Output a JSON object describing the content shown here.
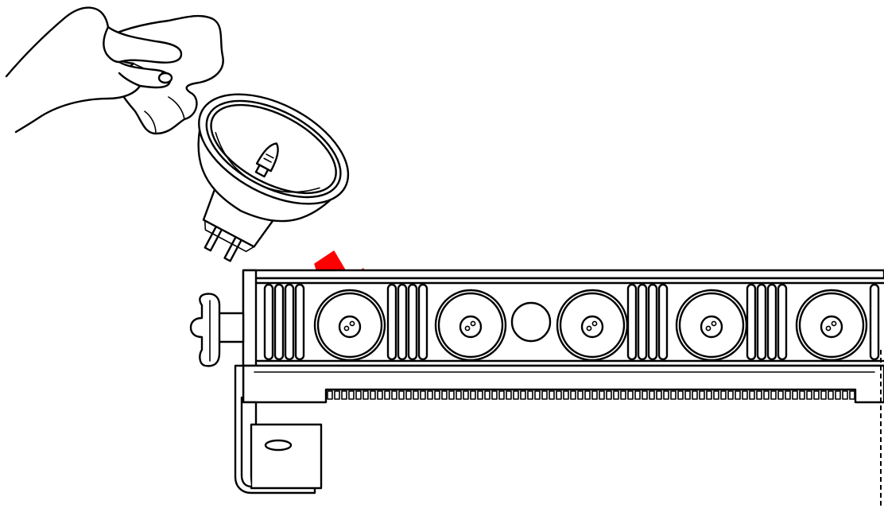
{
  "diagram": {
    "subject": "lamp-replacement-illustration",
    "colors": {
      "line": "#000000",
      "background": "#ffffff",
      "arrow": "#ff0000"
    },
    "icons": [
      "hand-with-cloth-icon",
      "halogen-bulb-icon",
      "insert-arrow-icon",
      "light-bar-fixture-icon",
      "adjustment-knob-icon",
      "mounting-bracket-icon"
    ],
    "lamp_socket_count": 5,
    "vent_group_count": 5
  }
}
